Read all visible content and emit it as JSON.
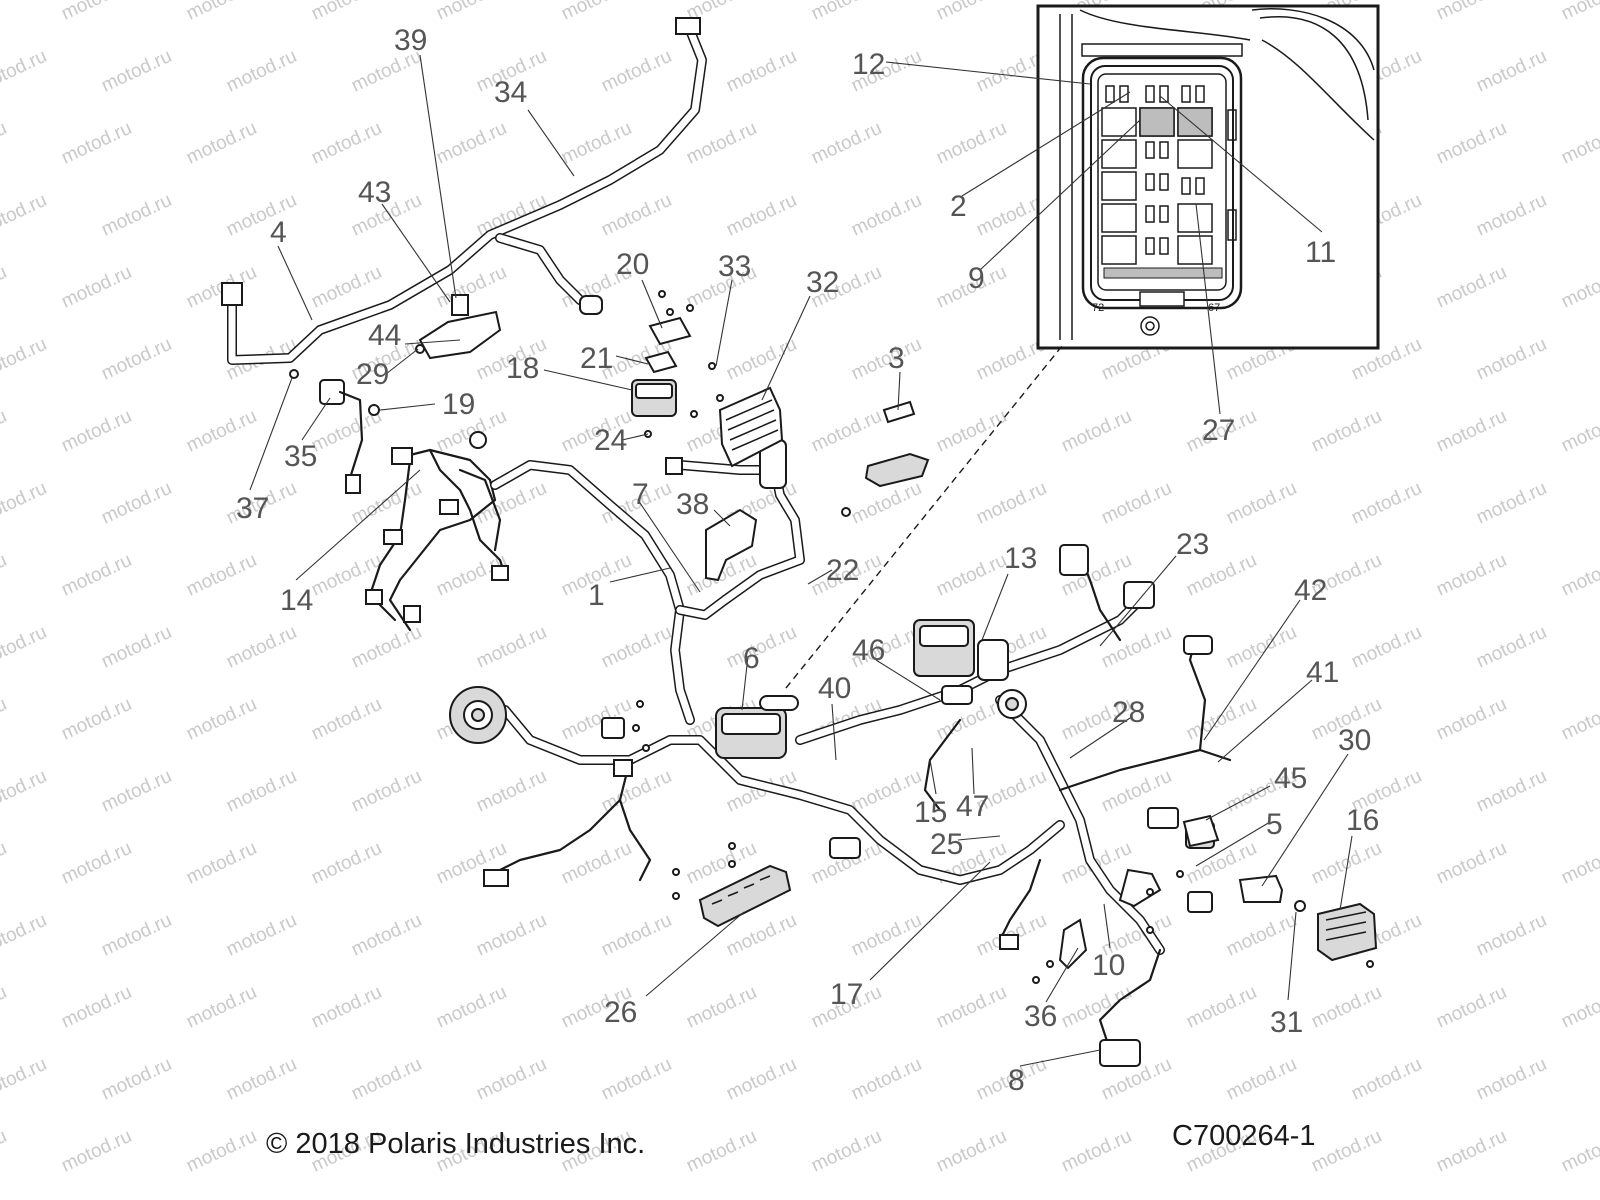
{
  "watermark_text": "motod.ru",
  "copyright": "© 2018 Polaris Industries Inc.",
  "diagram_code": "C700264-1",
  "inset_markings": {
    "left": "72",
    "right": "67"
  },
  "callouts": [
    {
      "id": "1",
      "label": "1"
    },
    {
      "id": "2",
      "label": "2"
    },
    {
      "id": "3",
      "label": "3"
    },
    {
      "id": "4",
      "label": "4"
    },
    {
      "id": "5",
      "label": "5"
    },
    {
      "id": "6",
      "label": "6"
    },
    {
      "id": "7",
      "label": "7"
    },
    {
      "id": "8",
      "label": "8"
    },
    {
      "id": "9",
      "label": "9"
    },
    {
      "id": "10",
      "label": "10"
    },
    {
      "id": "11",
      "label": "11"
    },
    {
      "id": "12",
      "label": "12"
    },
    {
      "id": "13",
      "label": "13"
    },
    {
      "id": "14",
      "label": "14"
    },
    {
      "id": "15",
      "label": "15"
    },
    {
      "id": "16",
      "label": "16"
    },
    {
      "id": "17",
      "label": "17"
    },
    {
      "id": "18",
      "label": "18"
    },
    {
      "id": "19",
      "label": "19"
    },
    {
      "id": "20",
      "label": "20"
    },
    {
      "id": "21",
      "label": "21"
    },
    {
      "id": "22",
      "label": "22"
    },
    {
      "id": "23",
      "label": "23"
    },
    {
      "id": "24",
      "label": "24"
    },
    {
      "id": "25",
      "label": "25"
    },
    {
      "id": "26",
      "label": "26"
    },
    {
      "id": "27",
      "label": "27"
    },
    {
      "id": "28",
      "label": "28"
    },
    {
      "id": "29",
      "label": "29"
    },
    {
      "id": "30",
      "label": "30"
    },
    {
      "id": "31",
      "label": "31"
    },
    {
      "id": "32",
      "label": "32"
    },
    {
      "id": "33",
      "label": "33"
    },
    {
      "id": "34",
      "label": "34"
    },
    {
      "id": "35",
      "label": "35"
    },
    {
      "id": "36",
      "label": "36"
    },
    {
      "id": "37",
      "label": "37"
    },
    {
      "id": "38",
      "label": "38"
    },
    {
      "id": "39",
      "label": "39"
    },
    {
      "id": "40",
      "label": "40"
    },
    {
      "id": "41",
      "label": "41"
    },
    {
      "id": "42",
      "label": "42"
    },
    {
      "id": "43",
      "label": "43"
    },
    {
      "id": "44",
      "label": "44"
    },
    {
      "id": "45",
      "label": "45"
    },
    {
      "id": "46",
      "label": "46"
    },
    {
      "id": "47",
      "label": "47"
    }
  ]
}
